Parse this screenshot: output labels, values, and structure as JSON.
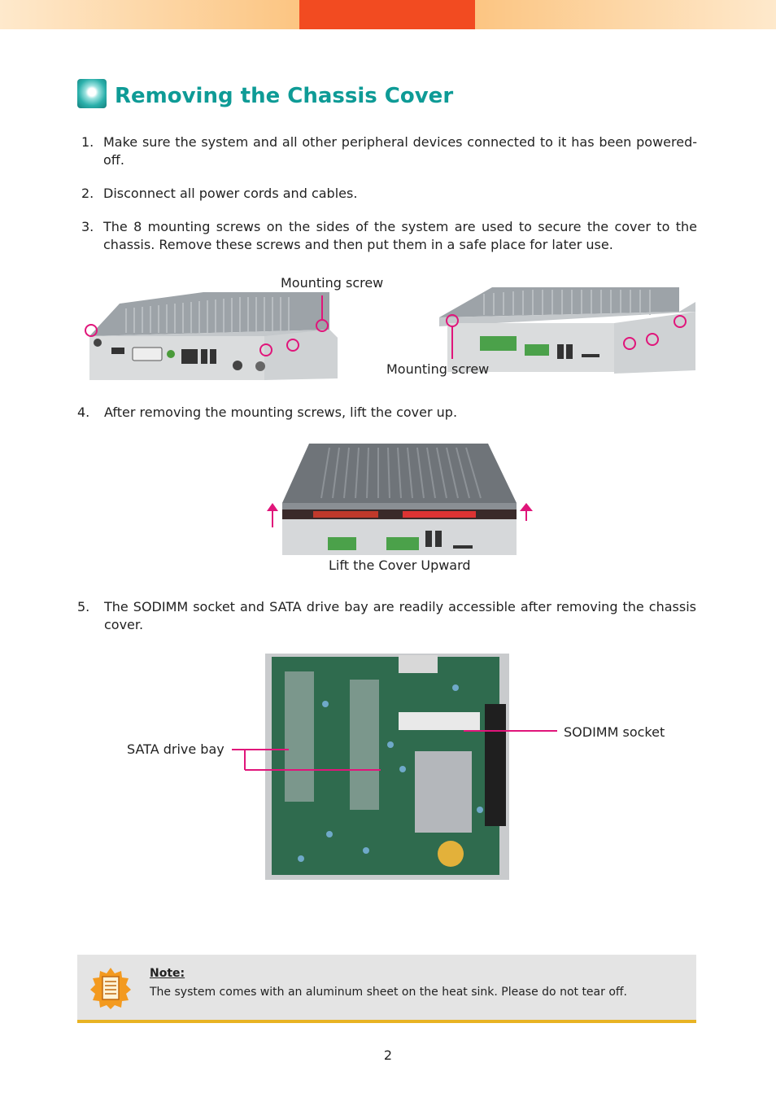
{
  "header": {
    "title": "Removing the Chassis Cover",
    "title_icon": "teal-bullet-icon",
    "title_color": "#0e9b96"
  },
  "steps": [
    {
      "num": "1.",
      "text": "Make sure the system and all other peripheral devices connected to it has been powered-off."
    },
    {
      "num": "2.",
      "text": "Disconnect all power cords and cables."
    },
    {
      "num": "3.",
      "text": "The 8 mounting screws on the sides of the system are used to secure the cover to the chassis. Remove these screws and then put them in a safe place for later use."
    },
    {
      "num": "4.",
      "text": "After removing the mounting screws, lift the cover up."
    },
    {
      "num": "5.",
      "text": "The SODIMM socket and SATA drive bay are readily accessible after removing the chassis cover."
    }
  ],
  "figures": {
    "mounting_screw_label_top": "Mounting screw",
    "mounting_screw_label_bottom": "Mounting screw",
    "lift_caption": "Lift the Cover Upward",
    "sata_label": "SATA drive bay",
    "sodimm_label": "SODIMM socket",
    "callout_color": "#e0157a"
  },
  "note": {
    "title": "Note:",
    "text": "The system comes with an aluminum sheet on the heat sink. Please do not tear off.",
    "icon": "note-icon"
  },
  "footer": {
    "page_number": "2"
  }
}
